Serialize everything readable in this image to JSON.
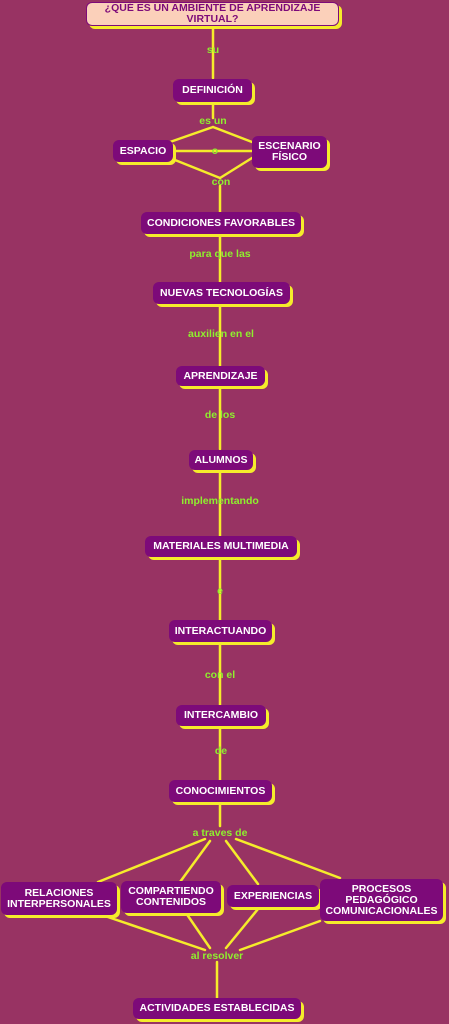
{
  "colors": {
    "background": "#983363",
    "node": "#7d0a79",
    "node_text": "#ffffff",
    "root": "#fbd0ba",
    "line": "#f5ec2b",
    "link_text": "#8ef02e"
  },
  "nodes": {
    "question": "¿QUÉ ES UN AMBIENTE DE APRENDIZAJE VIRTUAL?",
    "definicion": "DEFINICIÓN",
    "espacio": "ESPACIO",
    "escenario": "ESCENARIO\nFÍSICO",
    "condiciones": "CONDICIONES FAVORABLES",
    "nuevas": "NUEVAS TECNOLOGÍAS",
    "aprendizaje": "APRENDIZAJE",
    "alumnos": "ALUMNOS",
    "materiales": "MATERIALES MULTIMEDIA",
    "interactuando": "INTERACTUANDO",
    "intercambio": "INTERCAMBIO",
    "conocimientos": "CONOCIMIENTOS",
    "relaciones": "RELACIONES\nINTERPERSONALES",
    "compartiendo": "COMPARTIENDO\nCONTENIDOS",
    "experiencias": "EXPERIENCIAS",
    "procesos": "PROCESOS\nPEDAGÓGICO\nCOMUNICACIONALES",
    "actividades": "ACTIVIDADES ESTABLECIDAS"
  },
  "links": {
    "su": "su",
    "es_un": "es un",
    "o": "o",
    "con": "con",
    "para_que_las": "para que las",
    "auxilien_en_el": "auxilien en el",
    "de_los": "de los",
    "implementando": "implementando",
    "e": "e",
    "con_el": "con el",
    "de": "de",
    "a_traves_de": "a traves de",
    "al_resolver": "al resolver"
  }
}
